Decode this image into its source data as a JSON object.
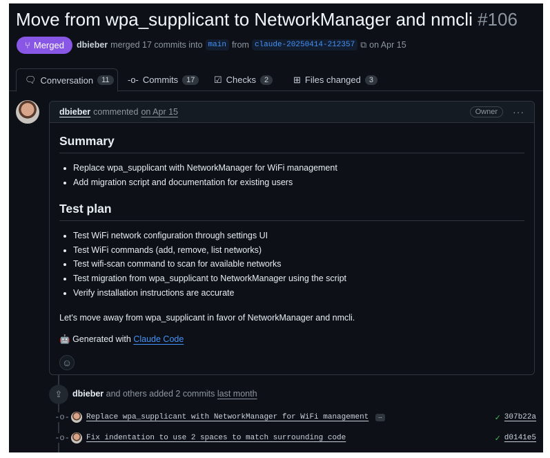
{
  "pr": {
    "title": "Move from wpa_supplicant to NetworkManager and nmcli",
    "number": "#106",
    "status": "Merged",
    "author": "dbieber",
    "merge_text": "merged 17 commits into",
    "base": "main",
    "from": "from",
    "head": "claude-20250414-212357",
    "date": "on Apr 15"
  },
  "tabs": [
    {
      "label": "Conversation",
      "count": "11",
      "icon": "comment-discussion-icon"
    },
    {
      "label": "Commits",
      "count": "17",
      "icon": "git-commit-icon"
    },
    {
      "label": "Checks",
      "count": "2",
      "icon": "checklist-icon"
    },
    {
      "label": "Files changed",
      "count": "3",
      "icon": "file-diff-icon"
    }
  ],
  "comment": {
    "author": "dbieber",
    "action": "commented",
    "date": "on Apr 15",
    "role": "Owner",
    "summary_heading": "Summary",
    "summary": [
      "Replace wpa_supplicant with NetworkManager for WiFi management",
      "Add migration script and documentation for existing users"
    ],
    "testplan_heading": "Test plan",
    "testplan": [
      "Test WiFi network configuration through settings UI",
      "Test WiFi commands (add, remove, list networks)",
      "Test wifi-scan command to scan for available networks",
      "Test migration from wpa_supplicant to NetworkManager using the script",
      "Verify installation instructions are accurate"
    ],
    "closing": "Let's move away from wpa_supplicant in favor of NetworkManager and nmcli.",
    "generated_prefix": "Generated with",
    "generated_link": "Claude Code"
  },
  "event": {
    "author": "dbieber",
    "text": "and others added 2 commits",
    "time": "last month"
  },
  "commits": [
    {
      "message": "Replace wpa_supplicant with NetworkManager for WiFi management",
      "sha": "307b22a",
      "status": "success"
    },
    {
      "message": "Fix indentation to use 2 spaces to match surrounding code",
      "sha": "d0141e5",
      "status": "success"
    }
  ],
  "colors": {
    "merged": "#8957e5",
    "link": "#4493f8",
    "success": "#3fb950",
    "bg": "#0d1117"
  }
}
